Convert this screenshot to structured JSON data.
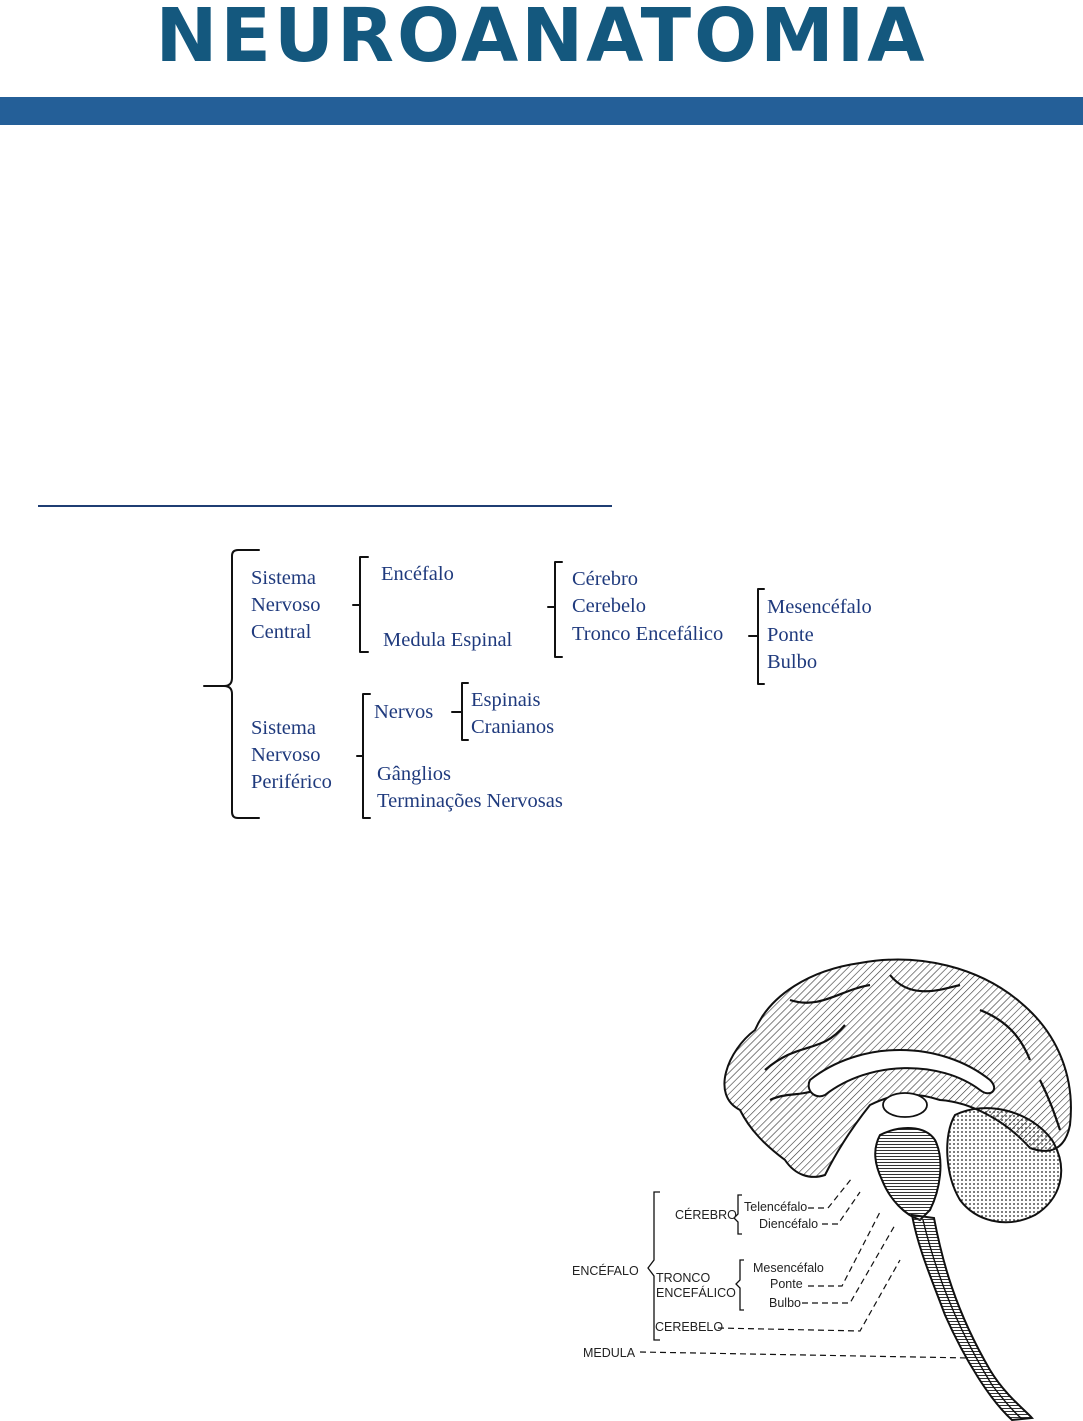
{
  "header": {
    "title": "NEUROANATOMIA"
  },
  "diagram": {
    "snc": [
      "Sistema",
      "Nervoso",
      "Central"
    ],
    "snp": [
      "Sistema",
      "Nervoso",
      "Periférico"
    ],
    "encefalo": "Encéfalo",
    "medula": "Medula Espinal",
    "encefalo_parts": [
      "Cérebro",
      "Cerebelo",
      "Tronco Encefálico"
    ],
    "tronco_parts": [
      "Mesencéfalo",
      "Ponte",
      "Bulbo"
    ],
    "nervos": "Nervos",
    "nervos_parts": [
      "Espinais",
      "Cranianos"
    ],
    "ganglios": "Gânglios",
    "terminacoes": "Terminações Nervosas"
  },
  "brain_figure": {
    "labels": {
      "cerebro": "CÉREBRO",
      "telencefalo": "Telencéfalo",
      "diencefalo": "Diencéfalo",
      "encefalo": "ENCÉFALO",
      "tronco": "TRONCO",
      "encefalico": "ENCEFÁLICO",
      "mesencefalo": "Mesencéfalo",
      "ponte": "Ponte",
      "bulbo": "Bulbo",
      "cerebelo": "CEREBELO",
      "medula": "MEDULA"
    }
  },
  "colors": {
    "title": "#14587e",
    "banner": "#245f98",
    "text": "#1f3a7d"
  }
}
